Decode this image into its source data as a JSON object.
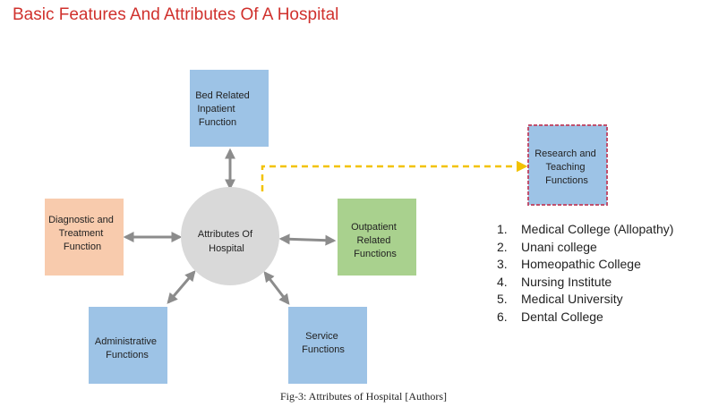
{
  "title": "Basic Features And Attributes Of A Hospital",
  "center_node": {
    "label_lines": [
      "Attributes Of",
      "Hospital"
    ]
  },
  "nodes": {
    "bed": {
      "label_lines": [
        "Bed Related",
        "Inpatient",
        "Function"
      ]
    },
    "diagnostic": {
      "label_lines": [
        "Diagnostic and",
        "Treatment",
        "Function"
      ]
    },
    "outpatient": {
      "label_lines": [
        "Outpatient",
        "Related",
        "Functions"
      ]
    },
    "administrative": {
      "label_lines": [
        "Administrative",
        "Functions"
      ]
    },
    "service": {
      "label_lines": [
        "Service",
        "Functions"
      ]
    },
    "research": {
      "label_lines": [
        "Research and",
        "Teaching",
        "Functions"
      ]
    }
  },
  "colors": {
    "title": "#d0312d",
    "blue_box": "#9dc3e6",
    "orange_box": "#f8cbad",
    "green_box": "#a9d18e",
    "center_circle": "#d9d9d9",
    "arrow": "#8c8c8c",
    "dashed_arrow": "#f2c200",
    "research_border": "#c0506d"
  },
  "institutions": [
    {
      "num": "1.",
      "label": "Medical College (Allopathy)"
    },
    {
      "num": "2.",
      "label": "Unani college"
    },
    {
      "num": "3.",
      "label": "Homeopathic College"
    },
    {
      "num": "4.",
      "label": "Nursing Institute"
    },
    {
      "num": "5.",
      "label": "Medical University"
    },
    {
      "num": "6.",
      "label": "Dental College"
    }
  ],
  "caption": "Fig-3: Attributes of Hospital [Authors]"
}
